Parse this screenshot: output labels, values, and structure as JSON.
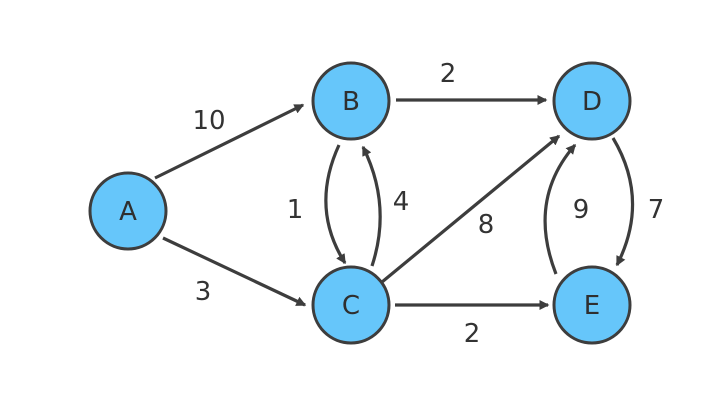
{
  "style": {
    "node_fill": "#66c6fa",
    "node_stroke": "#3d3d3d",
    "edge_color": "#3d3d3d",
    "text_color": "#2f2f2f"
  },
  "nodes": [
    {
      "id": "A",
      "label": "A"
    },
    {
      "id": "B",
      "label": "B"
    },
    {
      "id": "C",
      "label": "C"
    },
    {
      "id": "D",
      "label": "D"
    },
    {
      "id": "E",
      "label": "E"
    }
  ],
  "edges": [
    {
      "from": "A",
      "to": "B",
      "weight": "10"
    },
    {
      "from": "A",
      "to": "C",
      "weight": "3"
    },
    {
      "from": "B",
      "to": "D",
      "weight": "2"
    },
    {
      "from": "B",
      "to": "C",
      "weight": "1"
    },
    {
      "from": "C",
      "to": "B",
      "weight": "4"
    },
    {
      "from": "C",
      "to": "D",
      "weight": "8"
    },
    {
      "from": "C",
      "to": "E",
      "weight": "2"
    },
    {
      "from": "E",
      "to": "D",
      "weight": "9"
    },
    {
      "from": "D",
      "to": "E",
      "weight": "7"
    }
  ]
}
